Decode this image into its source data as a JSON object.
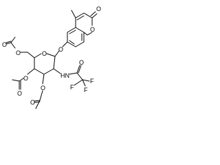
{
  "atoms": {
    "o_lactone_carbonyl": "O",
    "o_lactone_ring": "O",
    "o_aryl_ether": "O",
    "o_sugar_ring": "O",
    "o_acetoxy_c6": "O",
    "o_acetyl_c6_carbonyl": "O",
    "o_acetoxy_c4": "O",
    "o_acetyl_c4_carbonyl": "O",
    "o_acetoxy_c3": "O",
    "o_acetyl_c3_carbonyl": "O",
    "nh_amide": "HN",
    "o_amide_carbonyl": "O",
    "f_1": "F",
    "f_2": "F",
    "f_3": "F"
  }
}
